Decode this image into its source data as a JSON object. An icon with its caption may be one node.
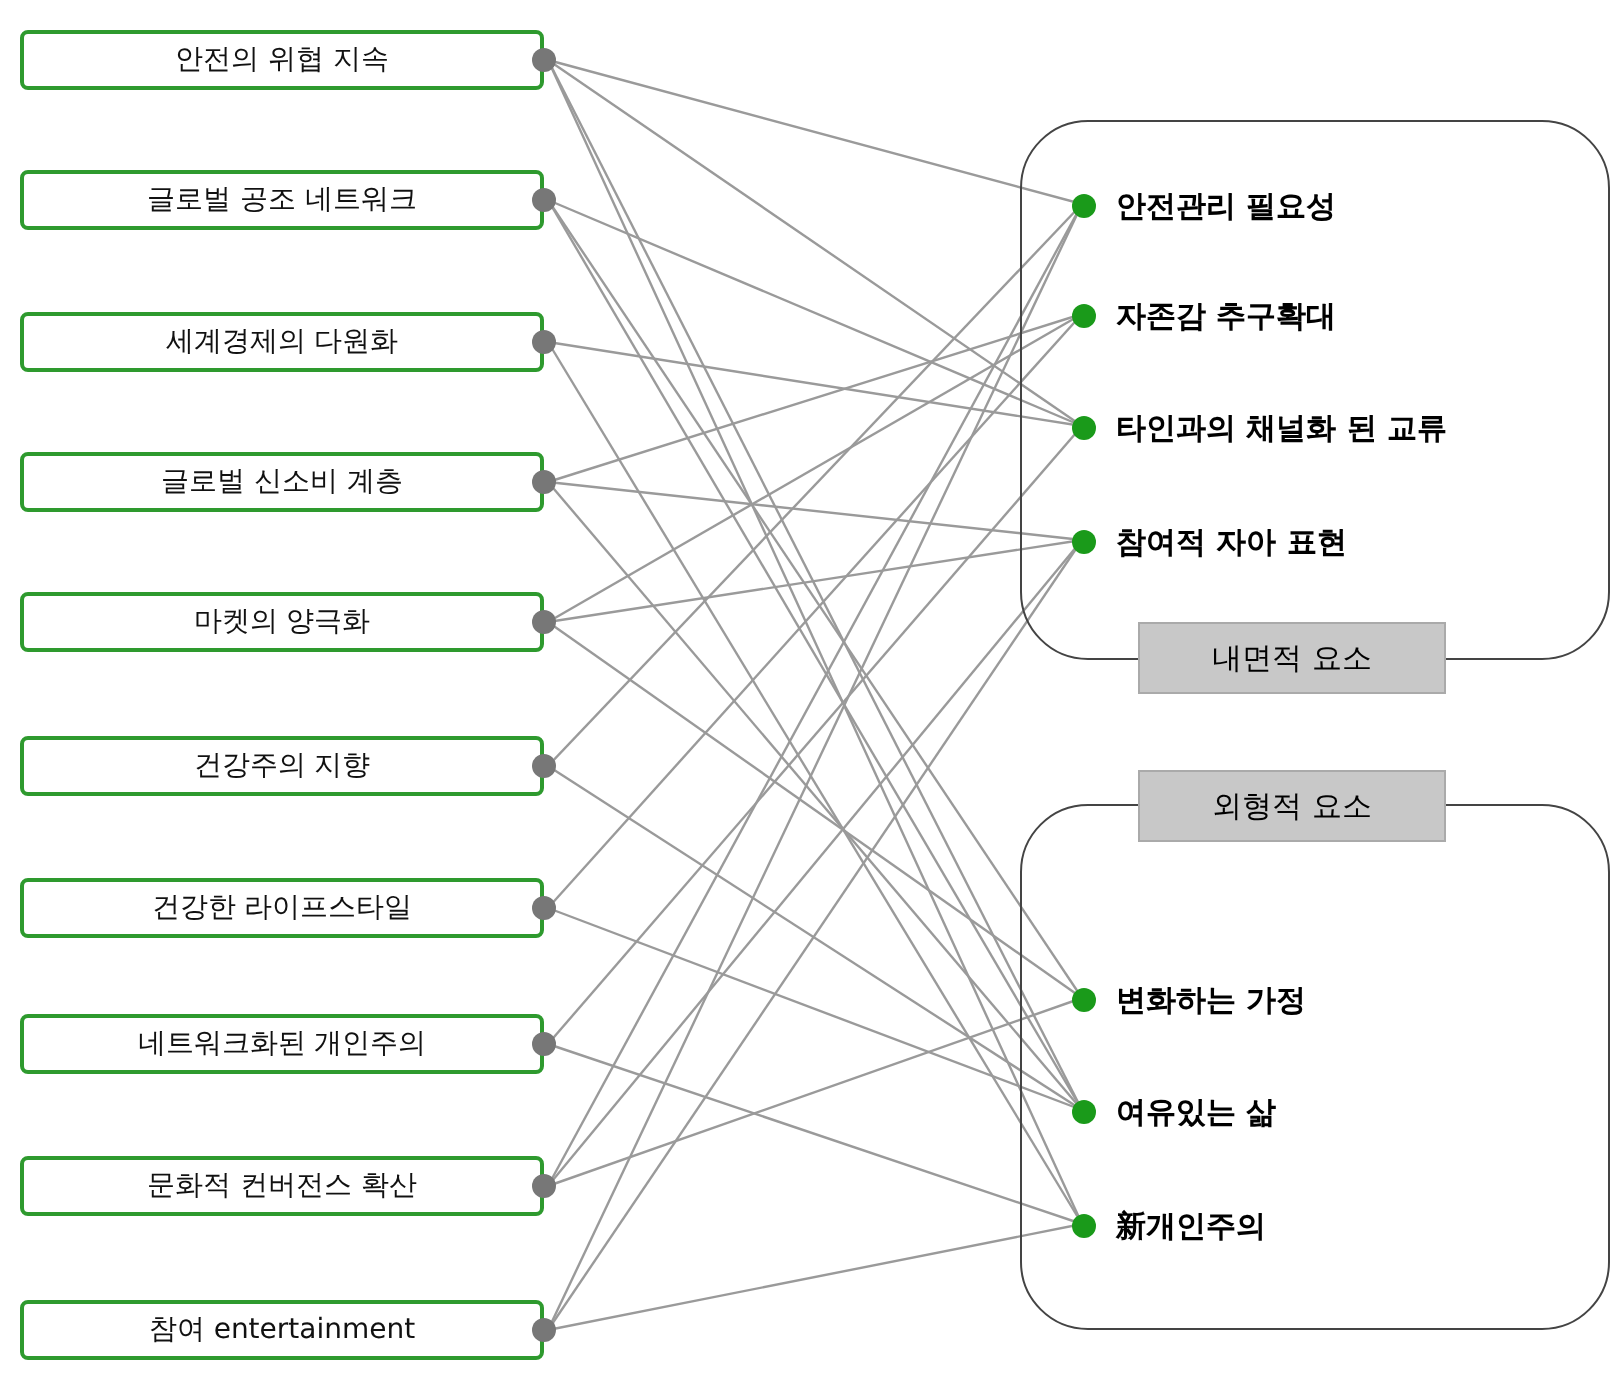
{
  "diagram": {
    "nodes": [
      {
        "text": [
          "안전의 위협 지속"
        ]
      },
      {
        "text": [
          "글로벌 공조 네트워크"
        ]
      },
      {
        "text": [
          "세계경제의 다원화"
        ]
      },
      {
        "text": [
          "글로벌 신소비 계층"
        ]
      },
      {
        "text": [
          "마켓의 양극화"
        ]
      },
      {
        "text": [
          "건강주의 지향"
        ]
      },
      {
        "text": [
          "건강한 라이프스타일"
        ]
      },
      {
        "text": [
          "네트워크화된 개인주의"
        ]
      },
      {
        "text": [
          "문화적 컨버전스 확산"
        ]
      },
      {
        "text": [
          "참여 entertainment"
        ]
      },
      {
        "text": [
          "내면적 요소"
        ]
      },
      {
        "text": [
          "안전관리 필요성"
        ],
        "in": 10
      },
      {
        "text": [
          "자존감 추구확대"
        ],
        "in": 10
      },
      {
        "text": [
          "타인과의 채널화 된 교류"
        ],
        "in": 10
      },
      {
        "text": [
          "참여적 자아 표현"
        ],
        "in": 10
      },
      {
        "text": [
          "외형적 요소"
        ]
      },
      {
        "text": [
          "변화하는 가정"
        ],
        "in": 15
      },
      {
        "text": [
          "여유있는 삶"
        ],
        "in": 15
      },
      {
        "text": [
          "新개인주의"
        ],
        "in": 15
      }
    ],
    "edges": [
      {
        "from": 0,
        "to": 11,
        "arrow": "none"
      },
      {
        "from": 0,
        "to": 13,
        "arrow": "none"
      },
      {
        "from": 0,
        "to": 17,
        "arrow": "none"
      },
      {
        "from": 0,
        "to": 18,
        "arrow": "none"
      },
      {
        "from": 1,
        "to": 13,
        "arrow": "none"
      },
      {
        "from": 1,
        "to": 16,
        "arrow": "none"
      },
      {
        "from": 1,
        "to": 17,
        "arrow": "none"
      },
      {
        "from": 2,
        "to": 13,
        "arrow": "none"
      },
      {
        "from": 2,
        "to": 18,
        "arrow": "none"
      },
      {
        "from": 3,
        "to": 12,
        "arrow": "none"
      },
      {
        "from": 3,
        "to": 14,
        "arrow": "none"
      },
      {
        "from": 3,
        "to": 17,
        "arrow": "none"
      },
      {
        "from": 4,
        "to": 12,
        "arrow": "none"
      },
      {
        "from": 4,
        "to": 14,
        "arrow": "none"
      },
      {
        "from": 4,
        "to": 16,
        "arrow": "none"
      },
      {
        "from": 5,
        "to": 11,
        "arrow": "none"
      },
      {
        "from": 5,
        "to": 17,
        "arrow": "none"
      },
      {
        "from": 6,
        "to": 12,
        "arrow": "none"
      },
      {
        "from": 6,
        "to": 17,
        "arrow": "none"
      },
      {
        "from": 7,
        "to": 13,
        "arrow": "none"
      },
      {
        "from": 7,
        "to": 18,
        "arrow": "none"
      },
      {
        "from": 8,
        "to": 11,
        "arrow": "none"
      },
      {
        "from": 8,
        "to": 14,
        "arrow": "none"
      },
      {
        "from": 8,
        "to": 16,
        "arrow": "none"
      },
      {
        "from": 9,
        "to": 11,
        "arrow": "none"
      },
      {
        "from": 9,
        "to": 14,
        "arrow": "none"
      },
      {
        "from": 9,
        "to": 18,
        "arrow": "none"
      }
    ]
  }
}
